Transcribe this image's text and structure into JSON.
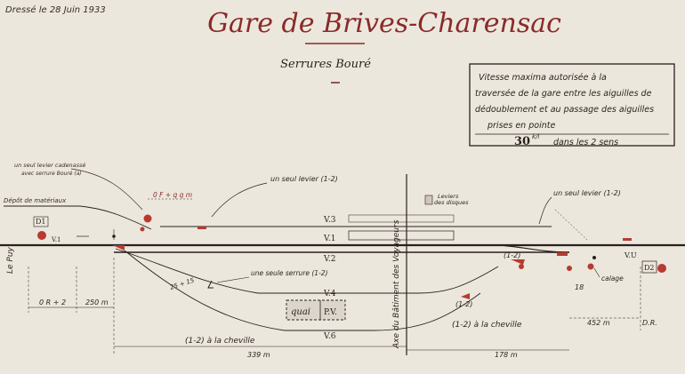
{
  "header": {
    "drawn_date": "Dressé le 28 Juin 1933",
    "title": "Gare de Brives-Charensac",
    "subtitle": "Serrures Bouré"
  },
  "speed_box": {
    "line1": "Vitesse maxima autorisée à la",
    "line2": "traversée de la gare entre les aiguilles de",
    "line3": "dédoublement et au passage des aiguilles",
    "line4": "prises en pointe",
    "value": "30",
    "unit": "k/l",
    "line5": "dans les 2 sens"
  },
  "labels": {
    "depot": "Dépôt de matériaux",
    "seul_levier_cadenasse": "un seul levier cadenassé",
    "serrure_boure": "avec serrure Bouré (a)",
    "seul_levier_left": "un seul levier (1-2)",
    "seul_levier_right": "un seul levier (1-2)",
    "dimension_top": "0 F + q q m",
    "leviers": "Leviers",
    "des_disques": "des disques",
    "batiment": "Axe du Bâtiment des Voyageurs",
    "seule_serrure": "une seule serrure (1-2)",
    "dimension_left": "0 R + 2",
    "dim_250": "250 m",
    "angle_label": "25 + 15",
    "quai": "quai",
    "pv": "P.V.",
    "cheville_left": "(1-2) à la cheville",
    "cheville_right": "(1-2) à la cheville",
    "dim_339": "339 m",
    "dim_178": "178 m",
    "dim_452": "452 m",
    "dr": "D.R.",
    "dim_18": "18",
    "calage": "calage",
    "v1_left": "V.1",
    "v1_right": "V.U",
    "d1": "D1",
    "d2": "D2",
    "pair_1_2": "(1-2)",
    "pair_1_2_lower": "(1-2)",
    "left_edge": "Le Puy"
  },
  "tracks": {
    "v3": "V.3",
    "v1": "V.1",
    "v2": "V.2",
    "v4": "V.4",
    "v6": "V.6"
  },
  "colors": {
    "paper": "#ece7dc",
    "ink": "#2a1f1f",
    "title_red": "#8a2a2a",
    "signal_red": "#b83a30"
  }
}
